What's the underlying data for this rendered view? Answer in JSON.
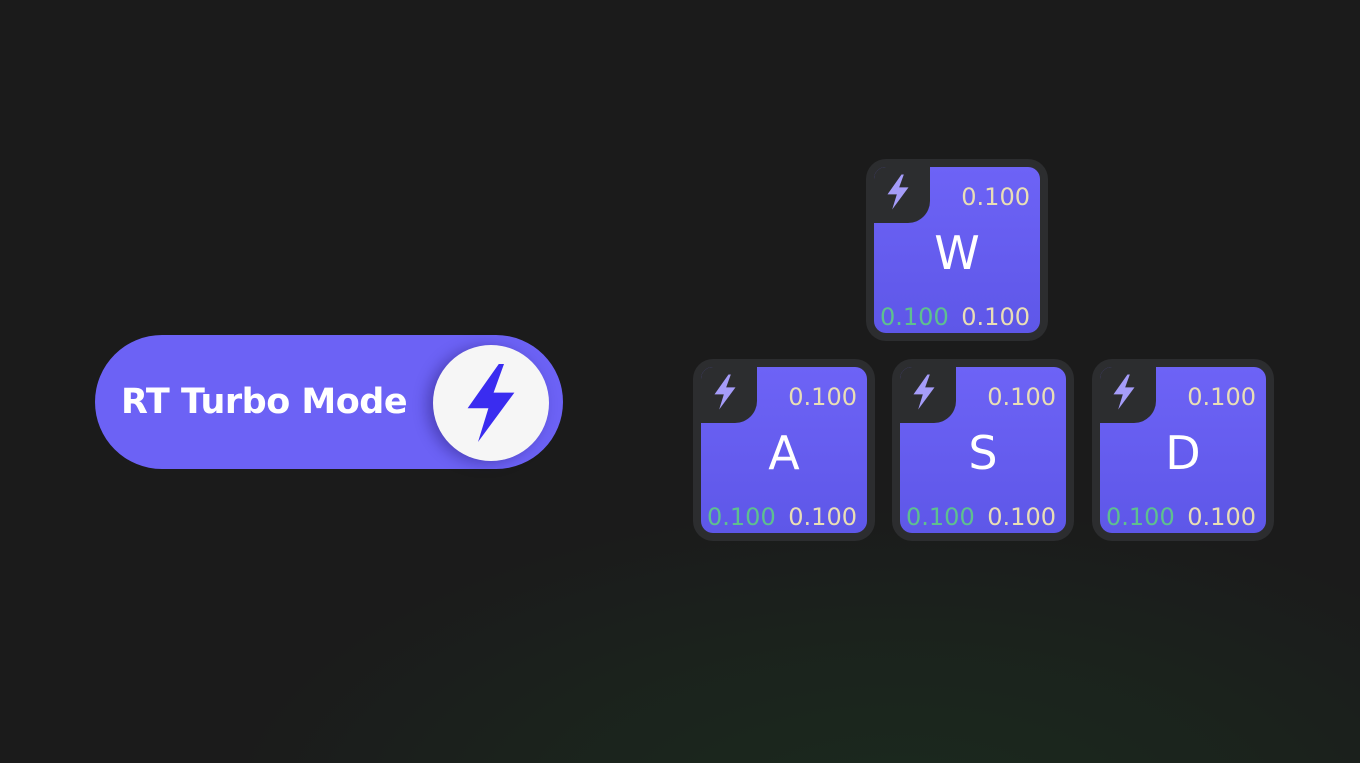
{
  "turbo": {
    "label": "RT Turbo Mode",
    "icon": "lightning-bolt-icon",
    "enabled": true,
    "accent_color": "#6c62f5",
    "bolt_color": "#3a2cf0"
  },
  "keys": [
    {
      "letter": "W",
      "top_value": "0.100",
      "bottom_left_value": "0.100",
      "bottom_right_value": "0.100"
    },
    {
      "letter": "A",
      "top_value": "0.100",
      "bottom_left_value": "0.100",
      "bottom_right_value": "0.100"
    },
    {
      "letter": "S",
      "top_value": "0.100",
      "bottom_left_value": "0.100",
      "bottom_right_value": "0.100"
    },
    {
      "letter": "D",
      "top_value": "0.100",
      "bottom_left_value": "0.100",
      "bottom_right_value": "0.100"
    }
  ],
  "colors": {
    "key_face": "#6d63f6",
    "key_rim": "#2c2d2f",
    "value_cream": "#e9deb5",
    "value_green": "#5ec08f",
    "corner_bolt": "#a59cf9"
  }
}
